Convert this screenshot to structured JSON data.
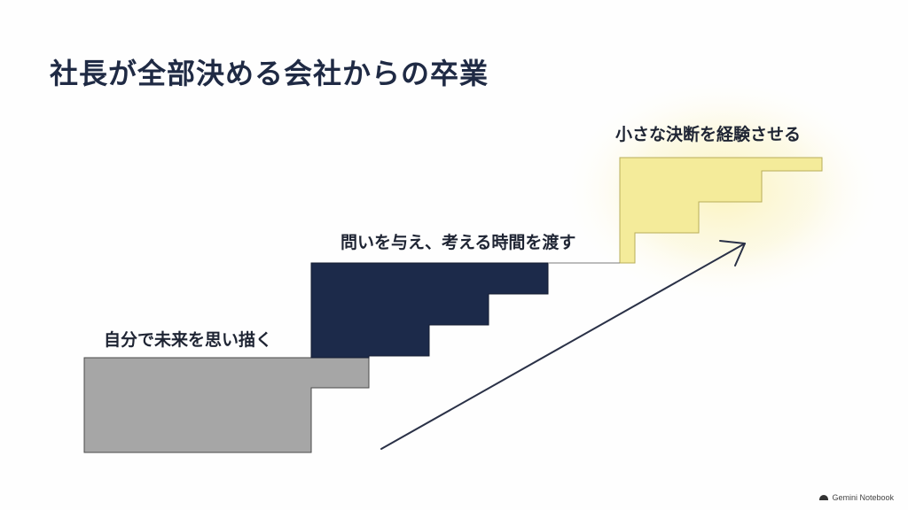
{
  "title": "社長が全部決める会社からの卒業",
  "steps": [
    {
      "label": "自分で未来を思い描く",
      "color": "#a6a6a6"
    },
    {
      "label": "問いを与え、考える時間を渡す",
      "color": "#1c2a4a"
    },
    {
      "label": "小さな決断を経験させる",
      "color": "#f4eb9a"
    }
  ],
  "colors": {
    "title": "#1f2a44",
    "glow": "#fbf2b4",
    "arrow": "#2a3147",
    "outline": "#3a3a3a"
  },
  "watermark": {
    "icon": "gemini-notebook-icon",
    "text": "Gemini Notebook"
  }
}
